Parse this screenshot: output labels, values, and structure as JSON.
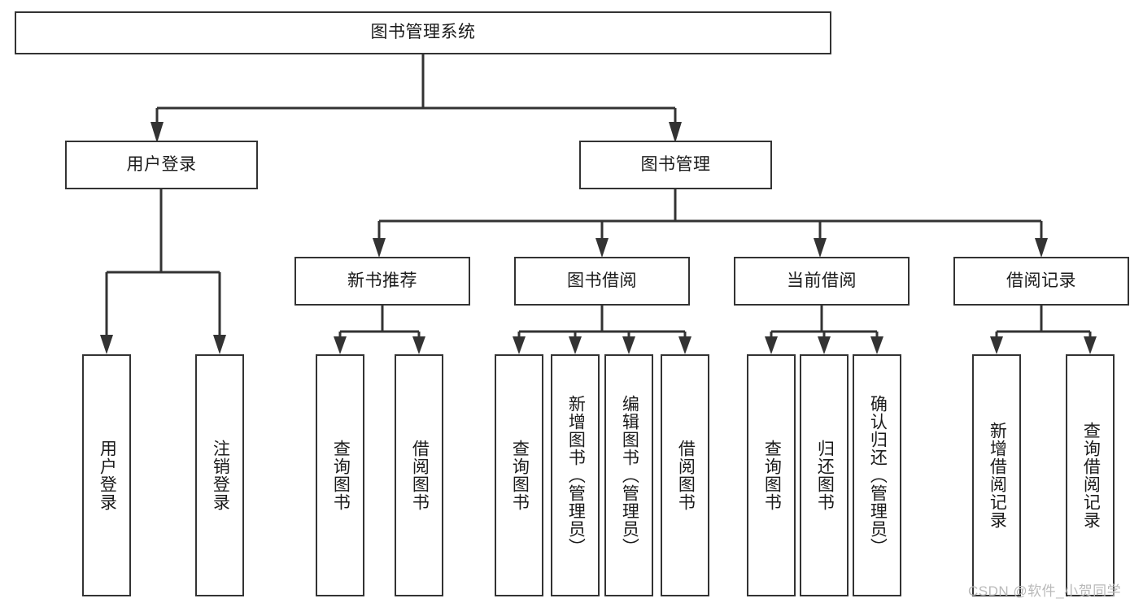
{
  "diagram": {
    "title": "图书管理系统",
    "type": "tree-hierarchy",
    "colors": {
      "line": "#333333",
      "box_border": "#333333",
      "box_fill": "#ffffff",
      "text": "#1a1a1a",
      "background": "#ffffff",
      "watermark": "#b9b9b9"
    },
    "root": {
      "label": "图书管理系统"
    },
    "level2": [
      {
        "id": "user-login",
        "label": "用户登录"
      },
      {
        "id": "book-management",
        "label": "图书管理"
      }
    ],
    "level3": [
      {
        "id": "new-book-recommend",
        "label": "新书推荐",
        "parent": "book-management"
      },
      {
        "id": "book-borrow",
        "label": "图书借阅",
        "parent": "book-management"
      },
      {
        "id": "current-borrow",
        "label": "当前借阅",
        "parent": "book-management"
      },
      {
        "id": "borrow-record",
        "label": "借阅记录",
        "parent": "book-management"
      }
    ],
    "leaves": {
      "user-login": [
        {
          "id": "leaf-user-login",
          "label": "用户登录"
        },
        {
          "id": "leaf-logout-login",
          "label": "注销登录"
        }
      ],
      "new-book-recommend": [
        {
          "id": "leaf-query-book-1",
          "label": "查询图书"
        },
        {
          "id": "leaf-borrow-book-1",
          "label": "借阅图书"
        }
      ],
      "book-borrow": [
        {
          "id": "leaf-query-book-2",
          "label": "查询图书"
        },
        {
          "id": "leaf-add-book",
          "label": "新增图书（管理员）"
        },
        {
          "id": "leaf-edit-book",
          "label": "编辑图书（管理员）"
        },
        {
          "id": "leaf-borrow-book-2",
          "label": "借阅图书"
        }
      ],
      "current-borrow": [
        {
          "id": "leaf-query-book-3",
          "label": "查询图书"
        },
        {
          "id": "leaf-return-book",
          "label": "归还图书"
        },
        {
          "id": "leaf-confirm-return",
          "label": "确认归还（管理员）"
        }
      ],
      "borrow-record": [
        {
          "id": "leaf-add-record",
          "label": "新增借阅记录"
        },
        {
          "id": "leaf-query-record",
          "label": "查询借阅记录"
        }
      ]
    }
  },
  "watermark": {
    "text": "CSDN @软件_小贺同学"
  }
}
